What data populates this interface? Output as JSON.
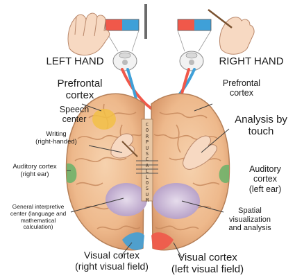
{
  "labels": {
    "left_hand": "LEFT HAND",
    "right_hand": "RIGHT HAND",
    "prefrontal_left": "Prefrontal\ncortex",
    "prefrontal_right": "Prefrontal\ncortex",
    "speech_center": "Speech\ncenter",
    "writing": "Writing\n(right-handed)",
    "analysis_touch": "Analysis by\ntouch",
    "auditory_left": "Auditory cortex\n(right ear)",
    "auditory_right": "Auditory\ncortex\n(left ear)",
    "general_interpretive": "General interpretive\ncenter (language and\nmathematical\ncalculation)",
    "spatial": "Spatial\nvisualization\nand analysis",
    "visual_left": "Visual cortex\n(right visual field)",
    "visual_right": "Visual cortex\n(left visual field)",
    "corpus_callosum": "CORPUS CALLOSUM"
  },
  "colors": {
    "brain": "#f0c29a",
    "brain_dark": "#d69a6c",
    "gyri": "#c98a5e",
    "red": "#f0584a",
    "blue": "#3fa0d8",
    "speech": "#f2c046",
    "auditory": "#6fb36a",
    "interpretive": "#c9b6d6",
    "line": "#3a3a3a"
  },
  "icons": [
    "left-hand-icon",
    "right-hand-icon",
    "left-eye-icon",
    "right-eye-icon",
    "divider-bar"
  ]
}
